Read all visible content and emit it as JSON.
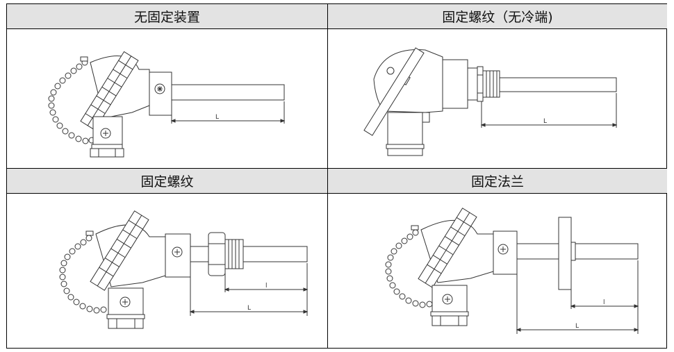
{
  "panels": [
    {
      "title": "无固定装置",
      "dim_label": "L"
    },
    {
      "title": "固定螺纹（无冷端)",
      "dim_label": "L"
    },
    {
      "title": "固定螺纹",
      "dim_label_inner": "l",
      "dim_label_outer": "L"
    },
    {
      "title": "固定法兰",
      "dim_label_inner": "l",
      "dim_label_outer": "L"
    }
  ]
}
